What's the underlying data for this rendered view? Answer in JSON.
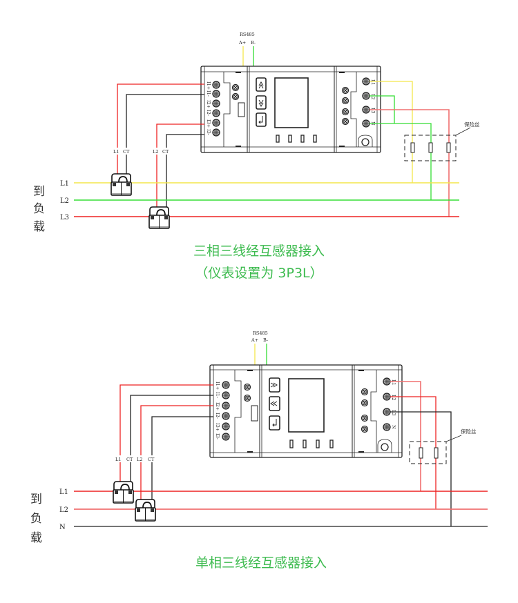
{
  "colors": {
    "yellow": "#f4e64a",
    "green": "#33dd33",
    "red": "#ee2222",
    "light_red": "#f07070",
    "black": "#222222",
    "caption": "#3dbb4f"
  },
  "diagrams": [
    {
      "id": "three-phase",
      "rs485": {
        "title": "RS485",
        "a": "A+",
        "b": "B-"
      },
      "ct_terminals": [
        "I1+",
        "I1-",
        "I2+",
        "I2-",
        "I3+",
        "I3-"
      ],
      "voltage_terminals": [
        "L1",
        "L2",
        "L3",
        "N"
      ],
      "ct_labels": [
        {
          "line": "L1",
          "ct": "CT"
        },
        {
          "line": "L2",
          "ct": "CT"
        }
      ],
      "bus_lines": [
        "L1",
        "L2",
        "L3"
      ],
      "side_label": [
        "到",
        "负",
        "载"
      ],
      "fuse_label": "保险丝",
      "caption_line1": "三相三线经互感器接入",
      "caption_line2": "（仪表设置为 3P3L）"
    },
    {
      "id": "single-phase",
      "rs485": {
        "title": "RS485",
        "a": "A+",
        "b": "B-"
      },
      "ct_terminals": [
        "I1+",
        "I1-",
        "I2+",
        "I2-",
        "I3+",
        "I3-"
      ],
      "voltage_terminals": [
        "L1",
        "L2",
        "L3",
        "N"
      ],
      "ct_labels": [
        {
          "line": "L1",
          "ct": "CT"
        },
        {
          "line": "L2",
          "ct": "CT"
        }
      ],
      "bus_lines": [
        "L1",
        "L2",
        "N"
      ],
      "side_label": [
        "到",
        "负",
        "载"
      ],
      "fuse_label": "保险丝",
      "caption_line1": "单相三线经互感器接入"
    }
  ]
}
